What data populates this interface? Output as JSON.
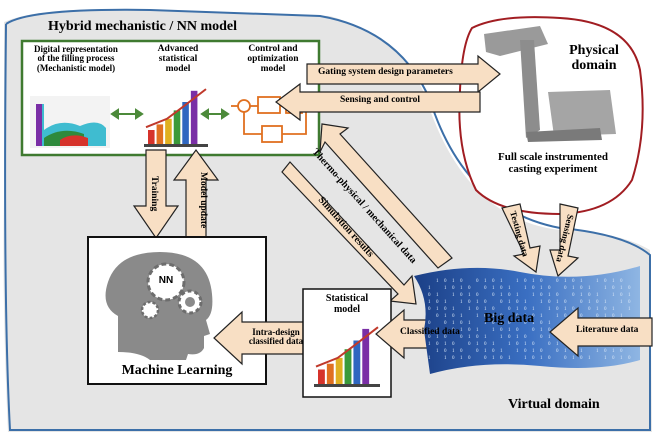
{
  "title": "Hybrid mechanistic / NN model",
  "modules": {
    "digital_rep": [
      "Digital representation",
      "of the filling process",
      "(Mechanistic model)"
    ],
    "advanced_stat": [
      "Advanced",
      "statistical",
      "model"
    ],
    "control_opt": [
      "Control and",
      "optimization",
      "model"
    ]
  },
  "physical": {
    "title": [
      "Physical",
      "domain"
    ],
    "caption": [
      "Full scale instrumented",
      "casting experiment"
    ]
  },
  "arrows": {
    "gating": "Gating system design parameters",
    "sensing_control": "Sensing and control",
    "thermo": "Thermo-physical / mechanical data",
    "simulation": "Simulation results",
    "training": "Training",
    "model_update": "Model update",
    "testing": "Testing data",
    "sensing": "Sensing data",
    "classified": "Classified data",
    "intra": [
      "Intra-design",
      "classified data"
    ],
    "literature": "Literature data"
  },
  "ml": {
    "badge": "NN",
    "label": "Machine Learning"
  },
  "stat_model": [
    "Statistical",
    "model"
  ],
  "big_data": "Big data",
  "virtual_domain": "Virtual domain",
  "colors": {
    "arrow_fill": "#f8dfc4",
    "frame_green": "#3f7a30",
    "physical_red": "#a11d22",
    "virtual_blue": "#3c6fa8",
    "bg_gray": "#e5e5e5"
  }
}
